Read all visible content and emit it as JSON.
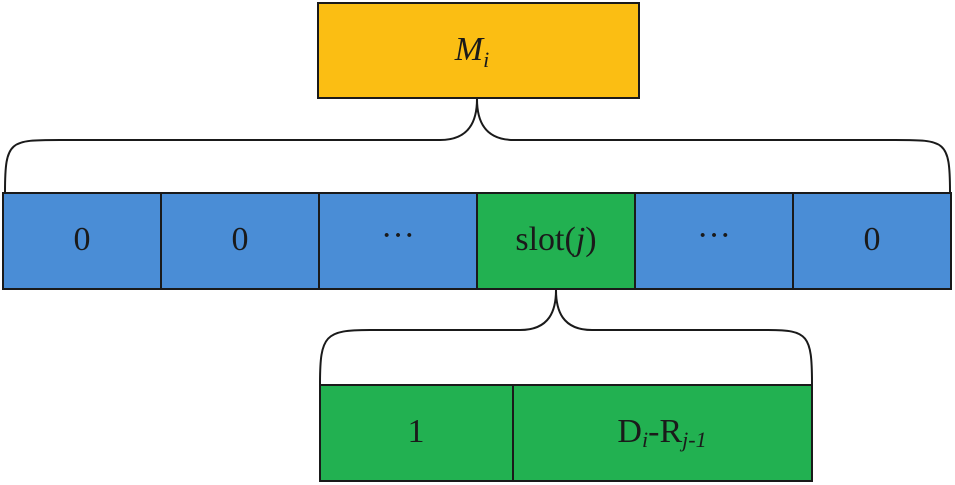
{
  "colors": {
    "header_fill": "#FBBE13",
    "blue_fill": "#4A8DD6",
    "green_fill": "#22B151",
    "stroke": "#1a1a1a"
  },
  "top_box": {
    "label_main": "M",
    "label_sub": "i"
  },
  "memory_row": {
    "cells": [
      {
        "label": "0",
        "type": "blue"
      },
      {
        "label": "0",
        "type": "blue"
      },
      {
        "label": "···",
        "type": "blue"
      },
      {
        "label_pre": "slot(",
        "label_var": "j",
        "label_post": ")",
        "type": "green"
      },
      {
        "label": "···",
        "type": "blue"
      },
      {
        "label": "0",
        "type": "blue"
      }
    ]
  },
  "slot_detail": {
    "flag_label": "1",
    "value_label": {
      "d_main": "D",
      "d_sub": "i",
      "dash": "-",
      "r_main": "R",
      "r_sub": "j-1"
    }
  }
}
